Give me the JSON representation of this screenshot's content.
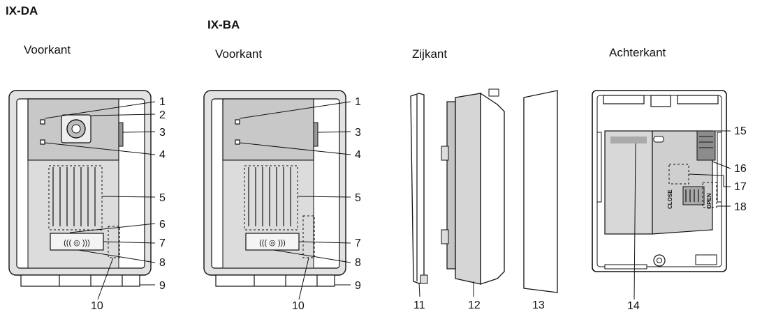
{
  "titles": {
    "ixda": "IX-DA",
    "ixba": "IX-BA"
  },
  "views": {
    "front_1": "Voorkant",
    "front_2": "Voorkant",
    "side": "Zijkant",
    "back": "Achterkant"
  },
  "callouts": {
    "n1": "1",
    "n2": "2",
    "n3": "3",
    "n4": "4",
    "n5": "5",
    "n6": "6",
    "n7": "7",
    "n8": "8",
    "n9": "9",
    "n10": "10",
    "n11": "11",
    "n12": "12",
    "n13": "13",
    "n14": "14",
    "n15": "15",
    "n16": "16",
    "n17": "17",
    "n18": "18"
  },
  "device_marks": {
    "nfc_symbol": "((( ◎ )))",
    "close": "CLOSE",
    "open": "OPEN"
  }
}
